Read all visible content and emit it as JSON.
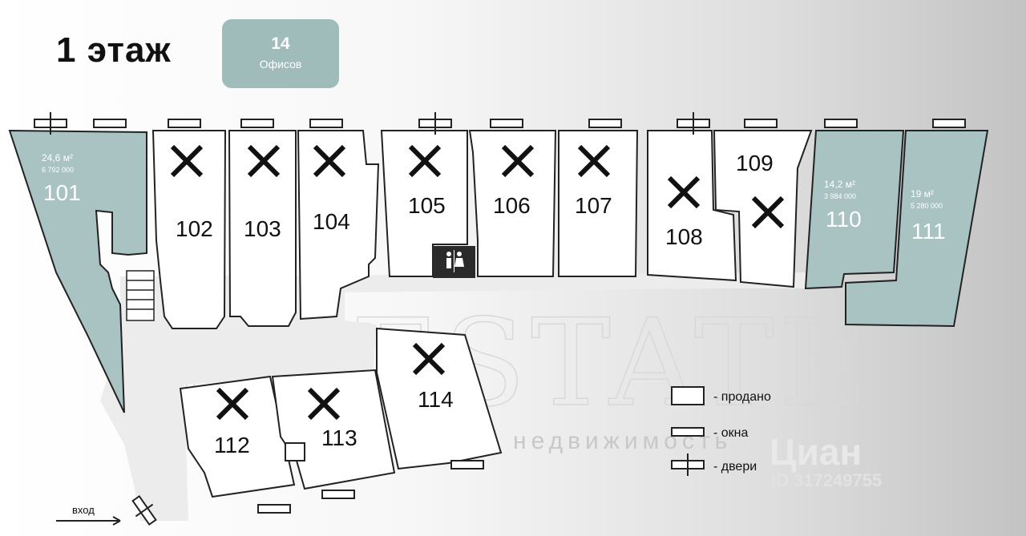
{
  "header": {
    "floor_title": "1 этаж",
    "offices_count": "14",
    "offices_label": "Офисов"
  },
  "offices": [
    {
      "number": "101",
      "status": "available",
      "area": "24,6 м²",
      "price": "6 792 000"
    },
    {
      "number": "102",
      "status": "sold"
    },
    {
      "number": "103",
      "status": "sold"
    },
    {
      "number": "104",
      "status": "sold"
    },
    {
      "number": "105",
      "status": "sold"
    },
    {
      "number": "106",
      "status": "sold"
    },
    {
      "number": "107",
      "status": "sold"
    },
    {
      "number": "108",
      "status": "sold"
    },
    {
      "number": "109",
      "status": "sold"
    },
    {
      "number": "110",
      "status": "available",
      "area": "14,2 м²",
      "price": "3 984 000"
    },
    {
      "number": "111",
      "status": "available",
      "area": "19 м²",
      "price": "5 280 000"
    },
    {
      "number": "112",
      "status": "sold"
    },
    {
      "number": "113",
      "status": "sold"
    },
    {
      "number": "114",
      "status": "sold"
    }
  ],
  "legend": {
    "sold": "- продано",
    "windows": "- окна",
    "doors": "- двери"
  },
  "entrance_label": "вход",
  "watermark": {
    "brand": "TALESTATE",
    "sub": "недвижимость",
    "cian": "Циан",
    "cian_id": "ID 317249755"
  },
  "colors": {
    "available_fill": "#a9c3c2",
    "badge": "#9fbcba",
    "walls": "#222222"
  },
  "icons": [
    "restroom-icon",
    "sold-cross-icon",
    "window-symbol",
    "door-symbol",
    "entrance-arrow-icon"
  ]
}
